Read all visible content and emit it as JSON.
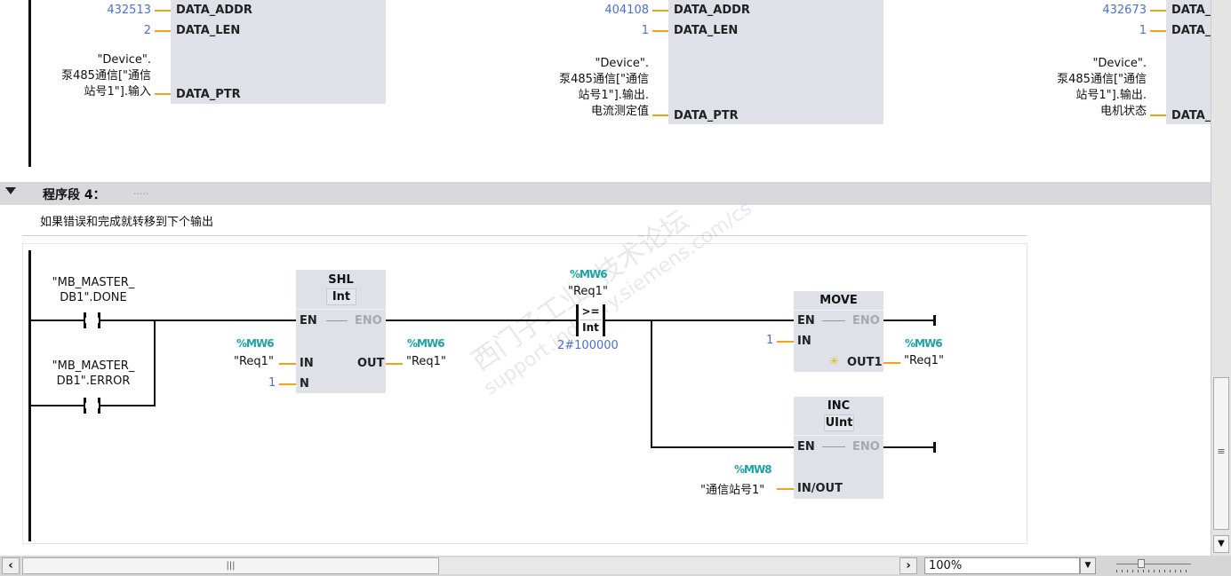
{
  "top_network": {
    "blocks": [
      {
        "addr": "432513",
        "len": "2",
        "ptr_lines": [
          "\"Device\".",
          "泵485通信[\"通信",
          "站号1\"].输入"
        ]
      },
      {
        "addr": "404108",
        "len": "1",
        "ptr_lines": [
          "\"Device\".",
          "泵485通信[\"通信",
          "站号1\"].输出.",
          "电流测定值"
        ]
      },
      {
        "addr": "432673",
        "len": "1",
        "ptr_lines": [
          "\"Device\".",
          "泵485通信[\"通信",
          "站号1\"].输出.",
          "电机状态"
        ]
      }
    ],
    "pins": {
      "addr": "DATA_ADDR",
      "len": "DATA_LEN",
      "ptr": "DATA_PTR"
    }
  },
  "network4": {
    "title": "程序段 4：",
    "title_comment": ".....",
    "comment": "如果错误和完成就转移到下个输出",
    "contacts": [
      {
        "line1": "\"MB_MASTER_",
        "line2": "DB1\".DONE"
      },
      {
        "line1": "\"MB_MASTER_",
        "line2": "DB1\".ERROR"
      }
    ],
    "shl": {
      "name": "SHL",
      "type": "Int",
      "en": "EN",
      "eno": "ENO",
      "in": "IN",
      "out": "OUT",
      "n": "N",
      "in_addr": "%MW6",
      "in_tag": "\"Req1\"",
      "out_addr": "%MW6",
      "out_tag": "\"Req1\"",
      "n_val": "1"
    },
    "cmp": {
      "addr": "%MW6",
      "tag": "\"Req1\"",
      "op": ">=",
      "type": "Int",
      "value": "2#100000"
    },
    "move": {
      "name": "MOVE",
      "en": "EN",
      "eno": "ENO",
      "in": "IN",
      "out": "OUT1",
      "in_val": "1",
      "out_addr": "%MW6",
      "out_tag": "\"Req1\""
    },
    "inc": {
      "name": "INC",
      "type": "UInt",
      "en": "EN",
      "eno": "ENO",
      "inout": "IN/OUT",
      "addr": "%MW8",
      "tag": "\"通信站号1\""
    }
  },
  "watermark": {
    "line1": "西门子工业  技术论坛",
    "line2": "support.industry.siemens.com/cs"
  },
  "statusbar": {
    "zoom": "100%"
  },
  "colors": {
    "wire_in": "#f5a01a",
    "constant": "#4a6fd8",
    "address": "#1aa3a3",
    "block": "#dfe0e8"
  }
}
